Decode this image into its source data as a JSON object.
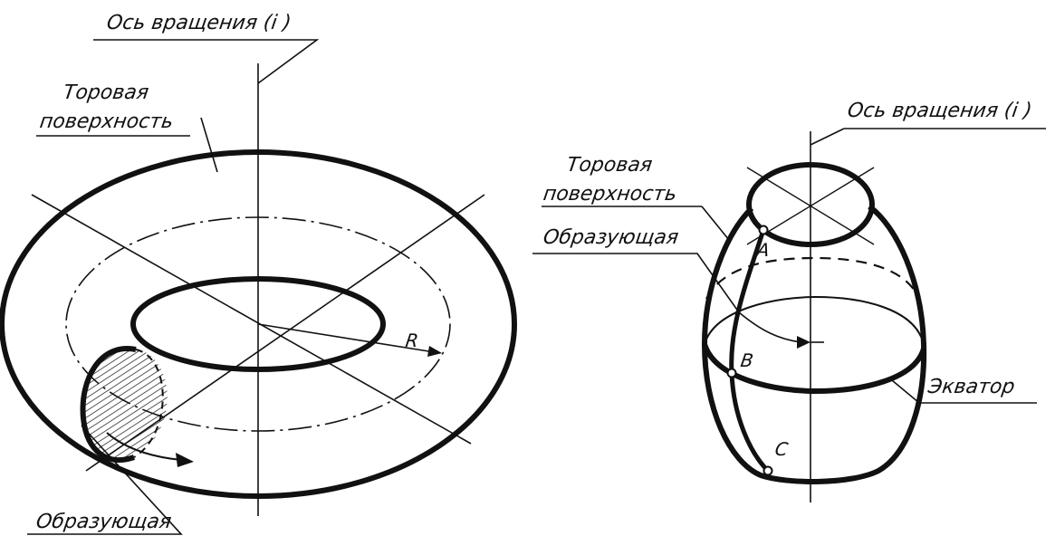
{
  "left_figure": {
    "axis_label": "Ось вращения (i )",
    "surface_label_line1": "Торовая",
    "surface_label_line2": "поверхность",
    "generatrix_label": "Образующая",
    "radius_label": "R"
  },
  "right_figure": {
    "axis_label": "Ось вращения (i )",
    "surface_label_line1": "Торовая",
    "surface_label_line2": "поверхность",
    "generatrix_label": "Образующая",
    "equator_label": "Экватор",
    "point_a": "A",
    "point_b": "B",
    "point_c": "C"
  },
  "colors": {
    "ink": "#111111",
    "background": "#ffffff"
  }
}
